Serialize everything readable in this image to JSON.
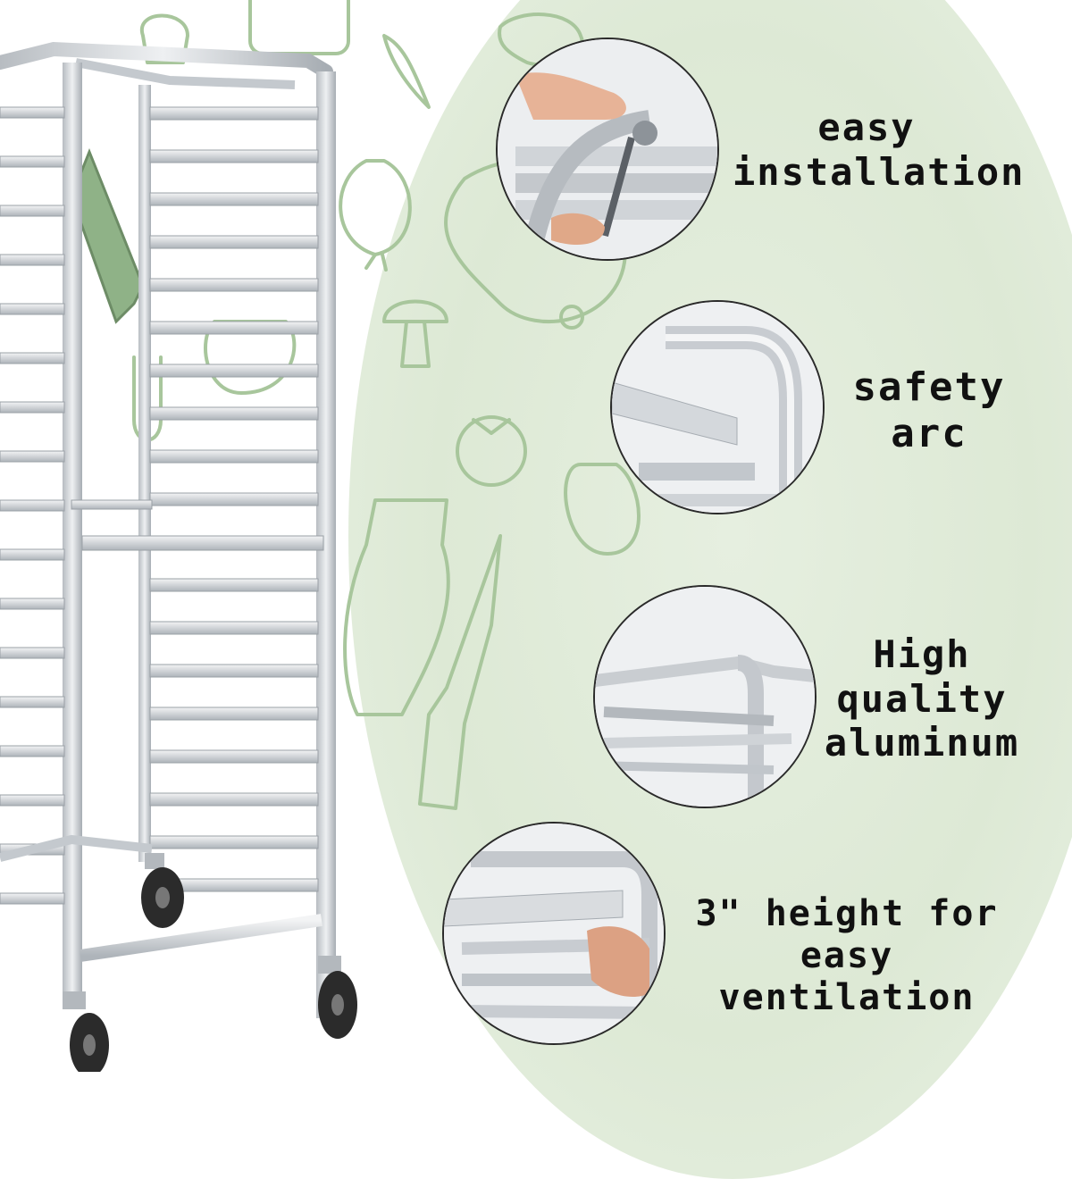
{
  "features": [
    {
      "lines": [
        "easy",
        "installation"
      ],
      "icon": "clamp-hands-icon"
    },
    {
      "lines": [
        "safety",
        "arc"
      ],
      "icon": "rounded-arc-icon"
    },
    {
      "lines": [
        "High",
        "quality",
        "aluminum"
      ],
      "icon": "aluminum-rail-icon"
    },
    {
      "lines": [
        "3\" height for",
        "easy ventilation"
      ],
      "icon": "tray-slide-icon"
    }
  ],
  "colors": {
    "background_disc": "#dde9d5",
    "doodle_stroke": "#9fbf93",
    "aluminum": "#c9cdd1",
    "aluminum_shadow": "#9aa0a6",
    "text": "#111111",
    "circle_border": "#2a2a2a"
  },
  "product": {
    "icon": "bun-pan-rack-icon"
  }
}
